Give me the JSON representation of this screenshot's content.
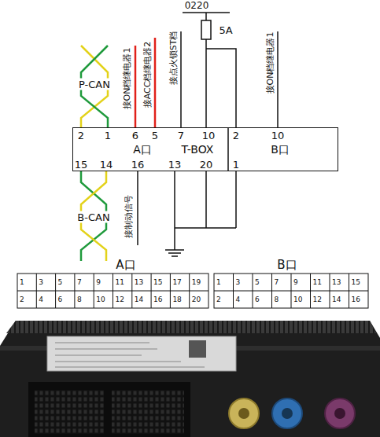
{
  "diagram": {
    "nodes": [
      {
        "text": [
          "A口",
          "T-BOX",
          "B口"
        ]
      }
    ],
    "labels": [
      "0220",
      "5A",
      "接ON档继电器1",
      "接ACC档继电器2",
      "接点火锁ST档",
      "接ON档继电器1",
      "P-CAN",
      "2",
      "1",
      "6",
      "5",
      "7",
      "10",
      "2",
      "10",
      "15",
      "14",
      "16",
      "13",
      "20",
      "1",
      "B-CAN",
      "接制动信号",
      "A口",
      "B口",
      "1",
      "3",
      "5",
      "7",
      "9",
      "11",
      "13",
      "15",
      "17",
      "19",
      "2",
      "4",
      "6",
      "8",
      "10",
      "12",
      "14",
      "16",
      "18",
      "20",
      "1",
      "3",
      "5",
      "7",
      "9",
      "11",
      "13",
      "15",
      "2",
      "4",
      "6",
      "8",
      "10",
      "12",
      "14",
      "16"
    ]
  }
}
